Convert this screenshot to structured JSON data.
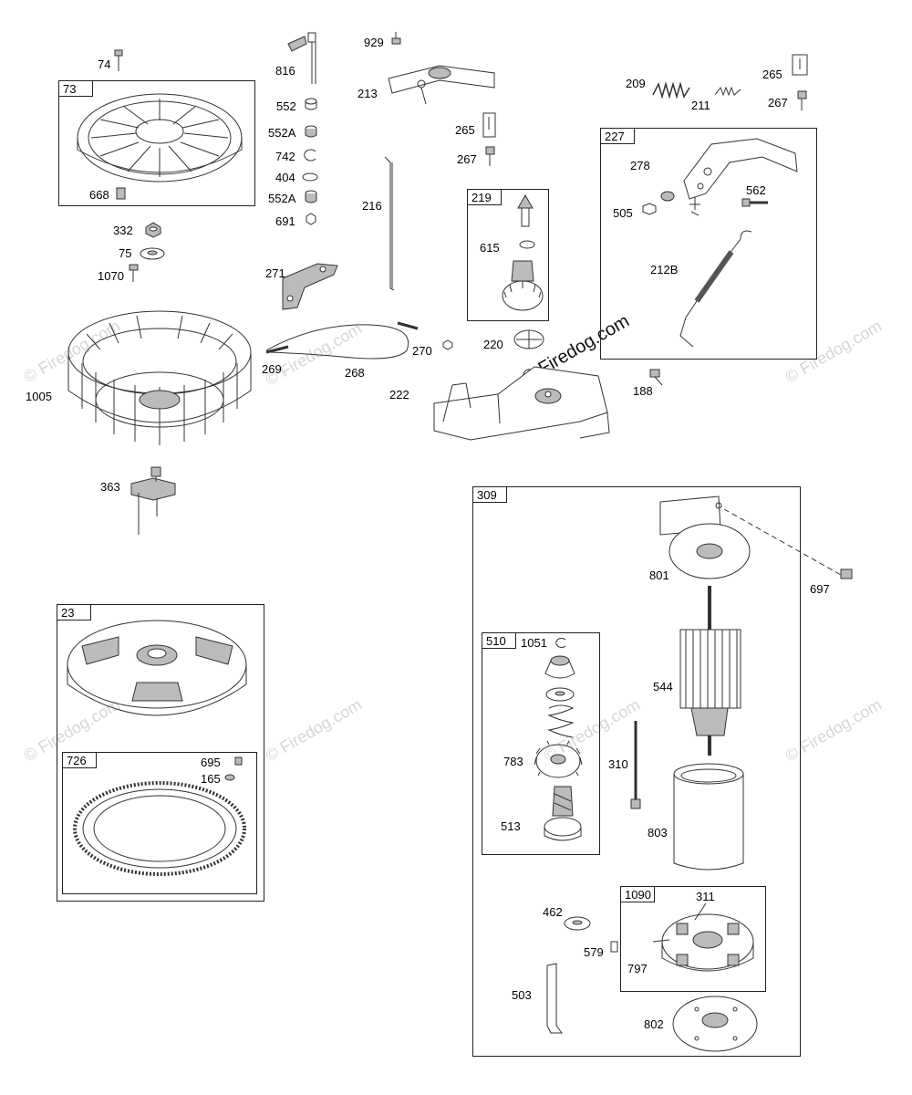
{
  "watermarks": {
    "main": "© Firedog.com",
    "faint": "© Firedog.com"
  },
  "box_tags": {
    "b73": "73",
    "b219": "219",
    "b227": "227",
    "b309": "309",
    "b510": "510",
    "b1090": "1090",
    "b23": "23",
    "b726": "726"
  },
  "part_labels": {
    "p74": "74",
    "p668": "668",
    "p332": "332",
    "p75": "75",
    "p1070": "1070",
    "p1005": "1005",
    "p363": "363",
    "p816": "816",
    "p552": "552",
    "p552a1": "552A",
    "p742": "742",
    "p404": "404",
    "p552a2": "552A",
    "p691": "691",
    "p929": "929",
    "p213": "213",
    "p265a": "265",
    "p267a": "267",
    "p216": "216",
    "p615": "615",
    "p271": "271",
    "p269": "269",
    "p268": "268",
    "p270": "270",
    "p220": "220",
    "p222": "222",
    "p209": "209",
    "p211": "211",
    "p265b": "265",
    "p267b": "267",
    "p278": "278",
    "p505": "505",
    "p562": "562",
    "p212b": "212B",
    "p188": "188",
    "p801": "801",
    "p697": "697",
    "p544": "544",
    "p1051": "1051",
    "p783": "783",
    "p513": "513",
    "p310": "310",
    "p803": "803",
    "p462": "462",
    "p579": "579",
    "p503": "503",
    "p311": "311",
    "p797": "797",
    "p802": "802",
    "p695": "695",
    "p165": "165"
  }
}
